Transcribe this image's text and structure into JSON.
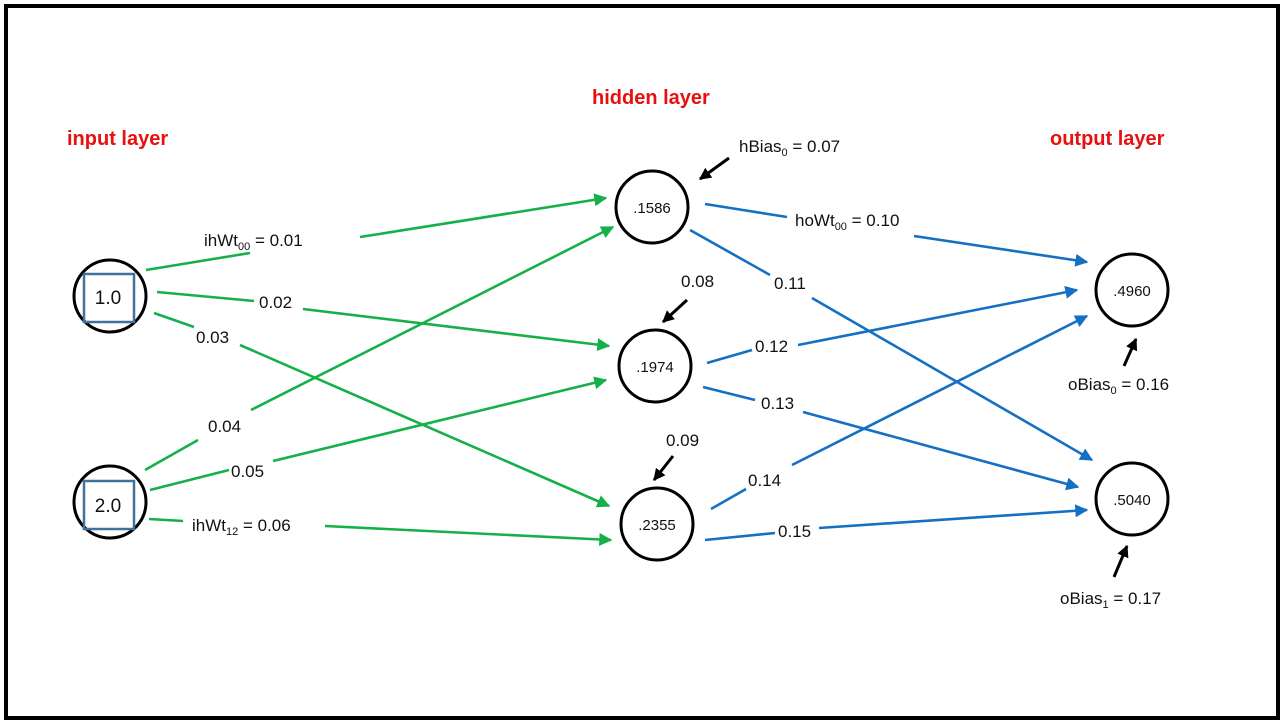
{
  "titles": {
    "input": "input layer",
    "hidden": "hidden layer",
    "output": "output layer"
  },
  "colors": {
    "input_to_hidden": "#16b04a",
    "hidden_to_output": "#1570c4",
    "title": "#e8100f",
    "input_box": "#41719c"
  },
  "inputs": [
    "1.0",
    "2.0"
  ],
  "hidden": [
    ".1586",
    ".1974",
    ".2355"
  ],
  "outputs": [
    ".4960",
    ".5040"
  ],
  "ih_weights": {
    "w00_base": "ihWt",
    "w00_sub": "00",
    "w00_val": " = 0.01",
    "w01": "0.02",
    "w02": "0.03",
    "w10": "0.04",
    "w11": "0.05",
    "w12_base": "ihWt",
    "w12_sub": "12",
    "w12_val": " = 0.06"
  },
  "ho_weights": {
    "w00_base": "hoWt",
    "w00_sub": "00",
    "w00_val": " = 0.10",
    "w01": "0.11",
    "w10": "0.12",
    "w11": "0.13",
    "w20": "0.14",
    "w21": "0.15"
  },
  "hidden_bias": {
    "b0_base": "hBias",
    "b0_sub": "0",
    "b0_val": " = 0.07",
    "b1": "0.08",
    "b2": "0.09"
  },
  "output_bias": {
    "b0_base": "oBias",
    "b0_sub": "0",
    "b0_val": " = 0.16",
    "b1_base": "oBias",
    "b1_sub": "1",
    "b1_val": " = 0.17"
  }
}
